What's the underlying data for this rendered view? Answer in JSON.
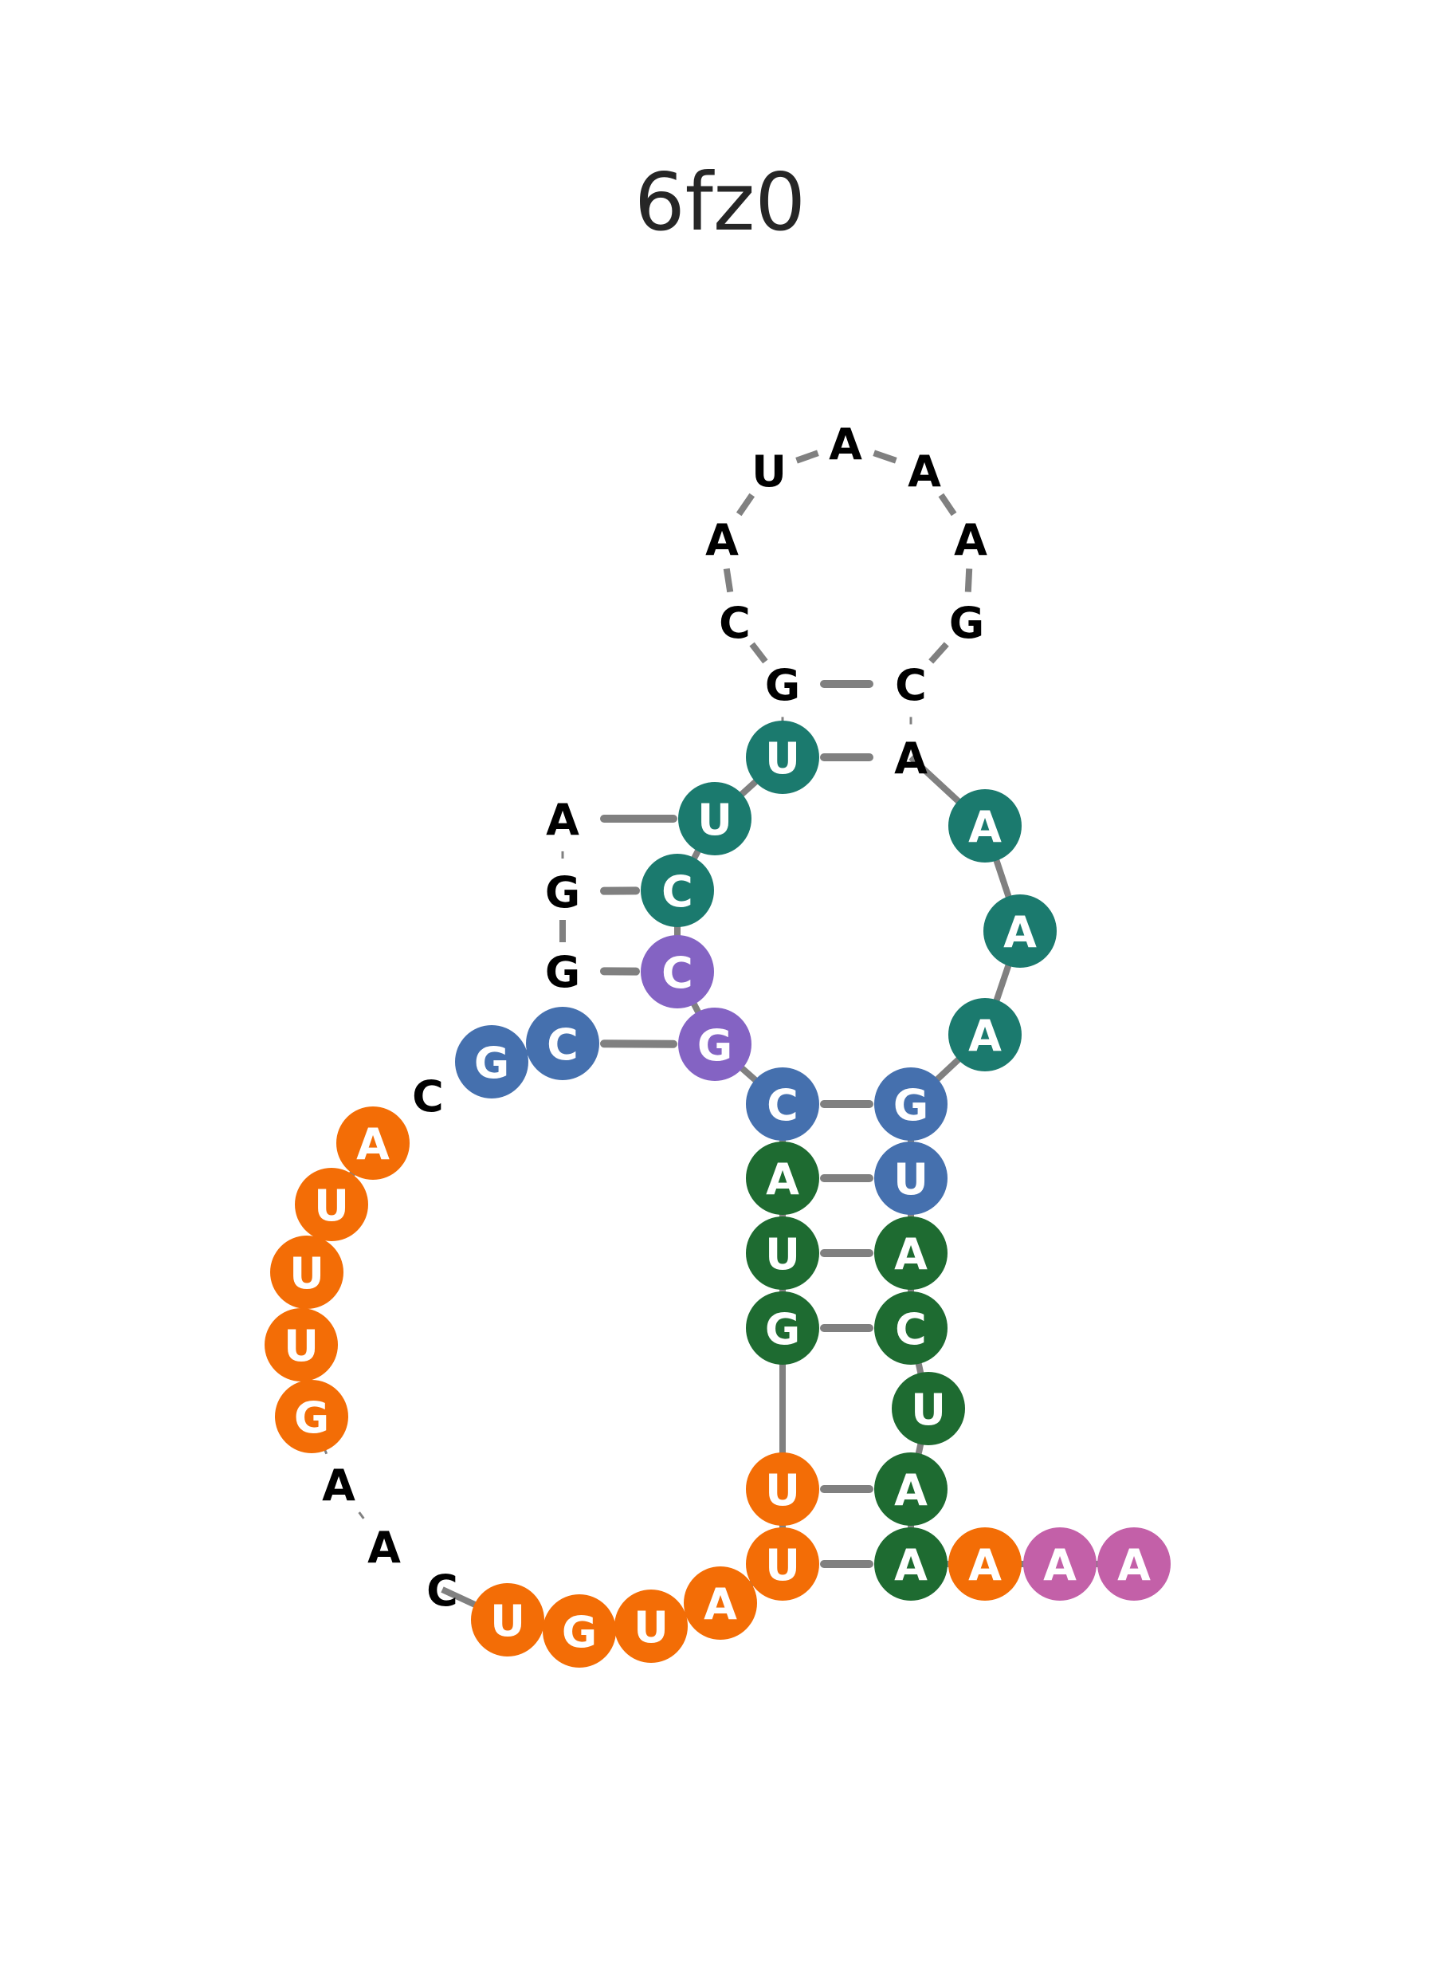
{
  "title": "6fz0",
  "colors": {
    "teal": "#1b7a6e",
    "purple": "#8463c3",
    "blue": "#4570ae",
    "darkgreen": "#1e6b31",
    "orange": "#f36d06",
    "pink": "#c360a8",
    "none": "",
    "line": "#808080"
  },
  "nucleotides": [
    {
      "base": "G",
      "color": "none"
    },
    {
      "base": "C",
      "color": "none"
    },
    {
      "base": "A",
      "color": "none"
    },
    {
      "base": "U",
      "color": "none"
    },
    {
      "base": "A",
      "color": "none"
    },
    {
      "base": "A",
      "color": "none"
    },
    {
      "base": "A",
      "color": "none"
    },
    {
      "base": "G",
      "color": "none"
    },
    {
      "base": "C",
      "color": "none"
    },
    {
      "base": "A",
      "color": "none"
    },
    {
      "base": "A",
      "color": "teal"
    },
    {
      "base": "A",
      "color": "teal"
    },
    {
      "base": "A",
      "color": "teal"
    },
    {
      "base": "G",
      "color": "blue"
    },
    {
      "base": "U",
      "color": "blue"
    },
    {
      "base": "A",
      "color": "darkgreen"
    },
    {
      "base": "C",
      "color": "darkgreen"
    },
    {
      "base": "U",
      "color": "darkgreen"
    },
    {
      "base": "A",
      "color": "darkgreen"
    },
    {
      "base": "A",
      "color": "darkgreen"
    },
    {
      "base": "A",
      "color": "orange"
    },
    {
      "base": "A",
      "color": "pink"
    },
    {
      "base": "A",
      "color": "pink"
    },
    {
      "base": "U",
      "color": "teal"
    },
    {
      "base": "U",
      "color": "teal"
    },
    {
      "base": "C",
      "color": "teal"
    },
    {
      "base": "C",
      "color": "purple"
    },
    {
      "base": "G",
      "color": "purple"
    },
    {
      "base": "C",
      "color": "blue"
    },
    {
      "base": "A",
      "color": "darkgreen"
    },
    {
      "base": "U",
      "color": "darkgreen"
    },
    {
      "base": "G",
      "color": "darkgreen"
    },
    {
      "base": "U",
      "color": "orange"
    },
    {
      "base": "U",
      "color": "orange"
    },
    {
      "base": "A",
      "color": "orange"
    },
    {
      "base": "U",
      "color": "orange"
    },
    {
      "base": "G",
      "color": "orange"
    },
    {
      "base": "U",
      "color": "orange"
    },
    {
      "base": "C",
      "color": "none"
    },
    {
      "base": "A",
      "color": "none"
    },
    {
      "base": "A",
      "color": "none"
    },
    {
      "base": "G",
      "color": "orange"
    },
    {
      "base": "U",
      "color": "orange"
    },
    {
      "base": "U",
      "color": "orange"
    },
    {
      "base": "U",
      "color": "orange"
    },
    {
      "base": "A",
      "color": "orange"
    },
    {
      "base": "C",
      "color": "none"
    },
    {
      "base": "G",
      "color": "blue"
    },
    {
      "base": "C",
      "color": "blue"
    },
    {
      "base": "G",
      "color": "none"
    },
    {
      "base": "G",
      "color": "none"
    },
    {
      "base": "A",
      "color": "none"
    }
  ]
}
